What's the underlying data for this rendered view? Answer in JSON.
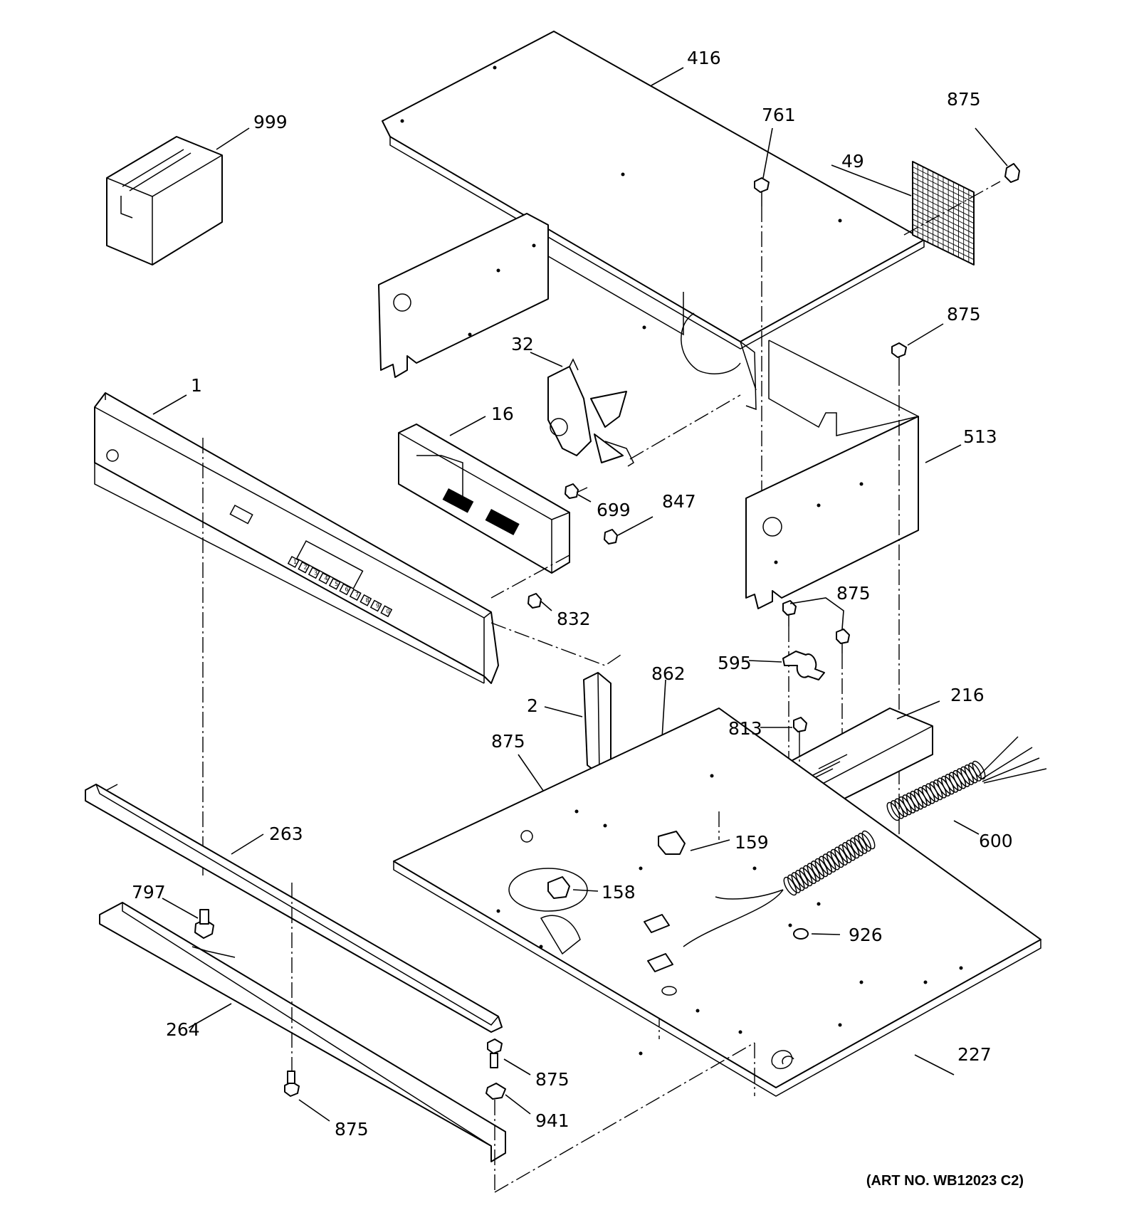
{
  "callouts": [
    {
      "id": "p416",
      "text": "416"
    },
    {
      "id": "p999",
      "text": "999"
    },
    {
      "id": "p761",
      "text": "761"
    },
    {
      "id": "p875a",
      "text": "875"
    },
    {
      "id": "p49",
      "text": "49"
    },
    {
      "id": "p875b",
      "text": "875"
    },
    {
      "id": "p32",
      "text": "32"
    },
    {
      "id": "p1",
      "text": "1"
    },
    {
      "id": "p16",
      "text": "16"
    },
    {
      "id": "p513",
      "text": "513"
    },
    {
      "id": "p699",
      "text": "699"
    },
    {
      "id": "p847",
      "text": "847"
    },
    {
      "id": "p875c",
      "text": "875"
    },
    {
      "id": "p832",
      "text": "832"
    },
    {
      "id": "p595",
      "text": "595"
    },
    {
      "id": "p862",
      "text": "862"
    },
    {
      "id": "p2",
      "text": "2"
    },
    {
      "id": "p216",
      "text": "216"
    },
    {
      "id": "p813",
      "text": "813"
    },
    {
      "id": "p875d",
      "text": "875"
    },
    {
      "id": "p600",
      "text": "600"
    },
    {
      "id": "p263",
      "text": "263"
    },
    {
      "id": "p159",
      "text": "159"
    },
    {
      "id": "p797",
      "text": "797"
    },
    {
      "id": "p158",
      "text": "158"
    },
    {
      "id": "p926",
      "text": "926"
    },
    {
      "id": "p264",
      "text": "264"
    },
    {
      "id": "p227",
      "text": "227"
    },
    {
      "id": "p875e",
      "text": "875"
    },
    {
      "id": "p941",
      "text": "941"
    },
    {
      "id": "p875f",
      "text": "875"
    }
  ],
  "panel": {
    "keypad": [
      "1",
      "2",
      "3",
      "4",
      "5",
      "6",
      "7",
      "8",
      "9",
      "0"
    ]
  },
  "art_number": "(ART NO. WB12023 C2)"
}
